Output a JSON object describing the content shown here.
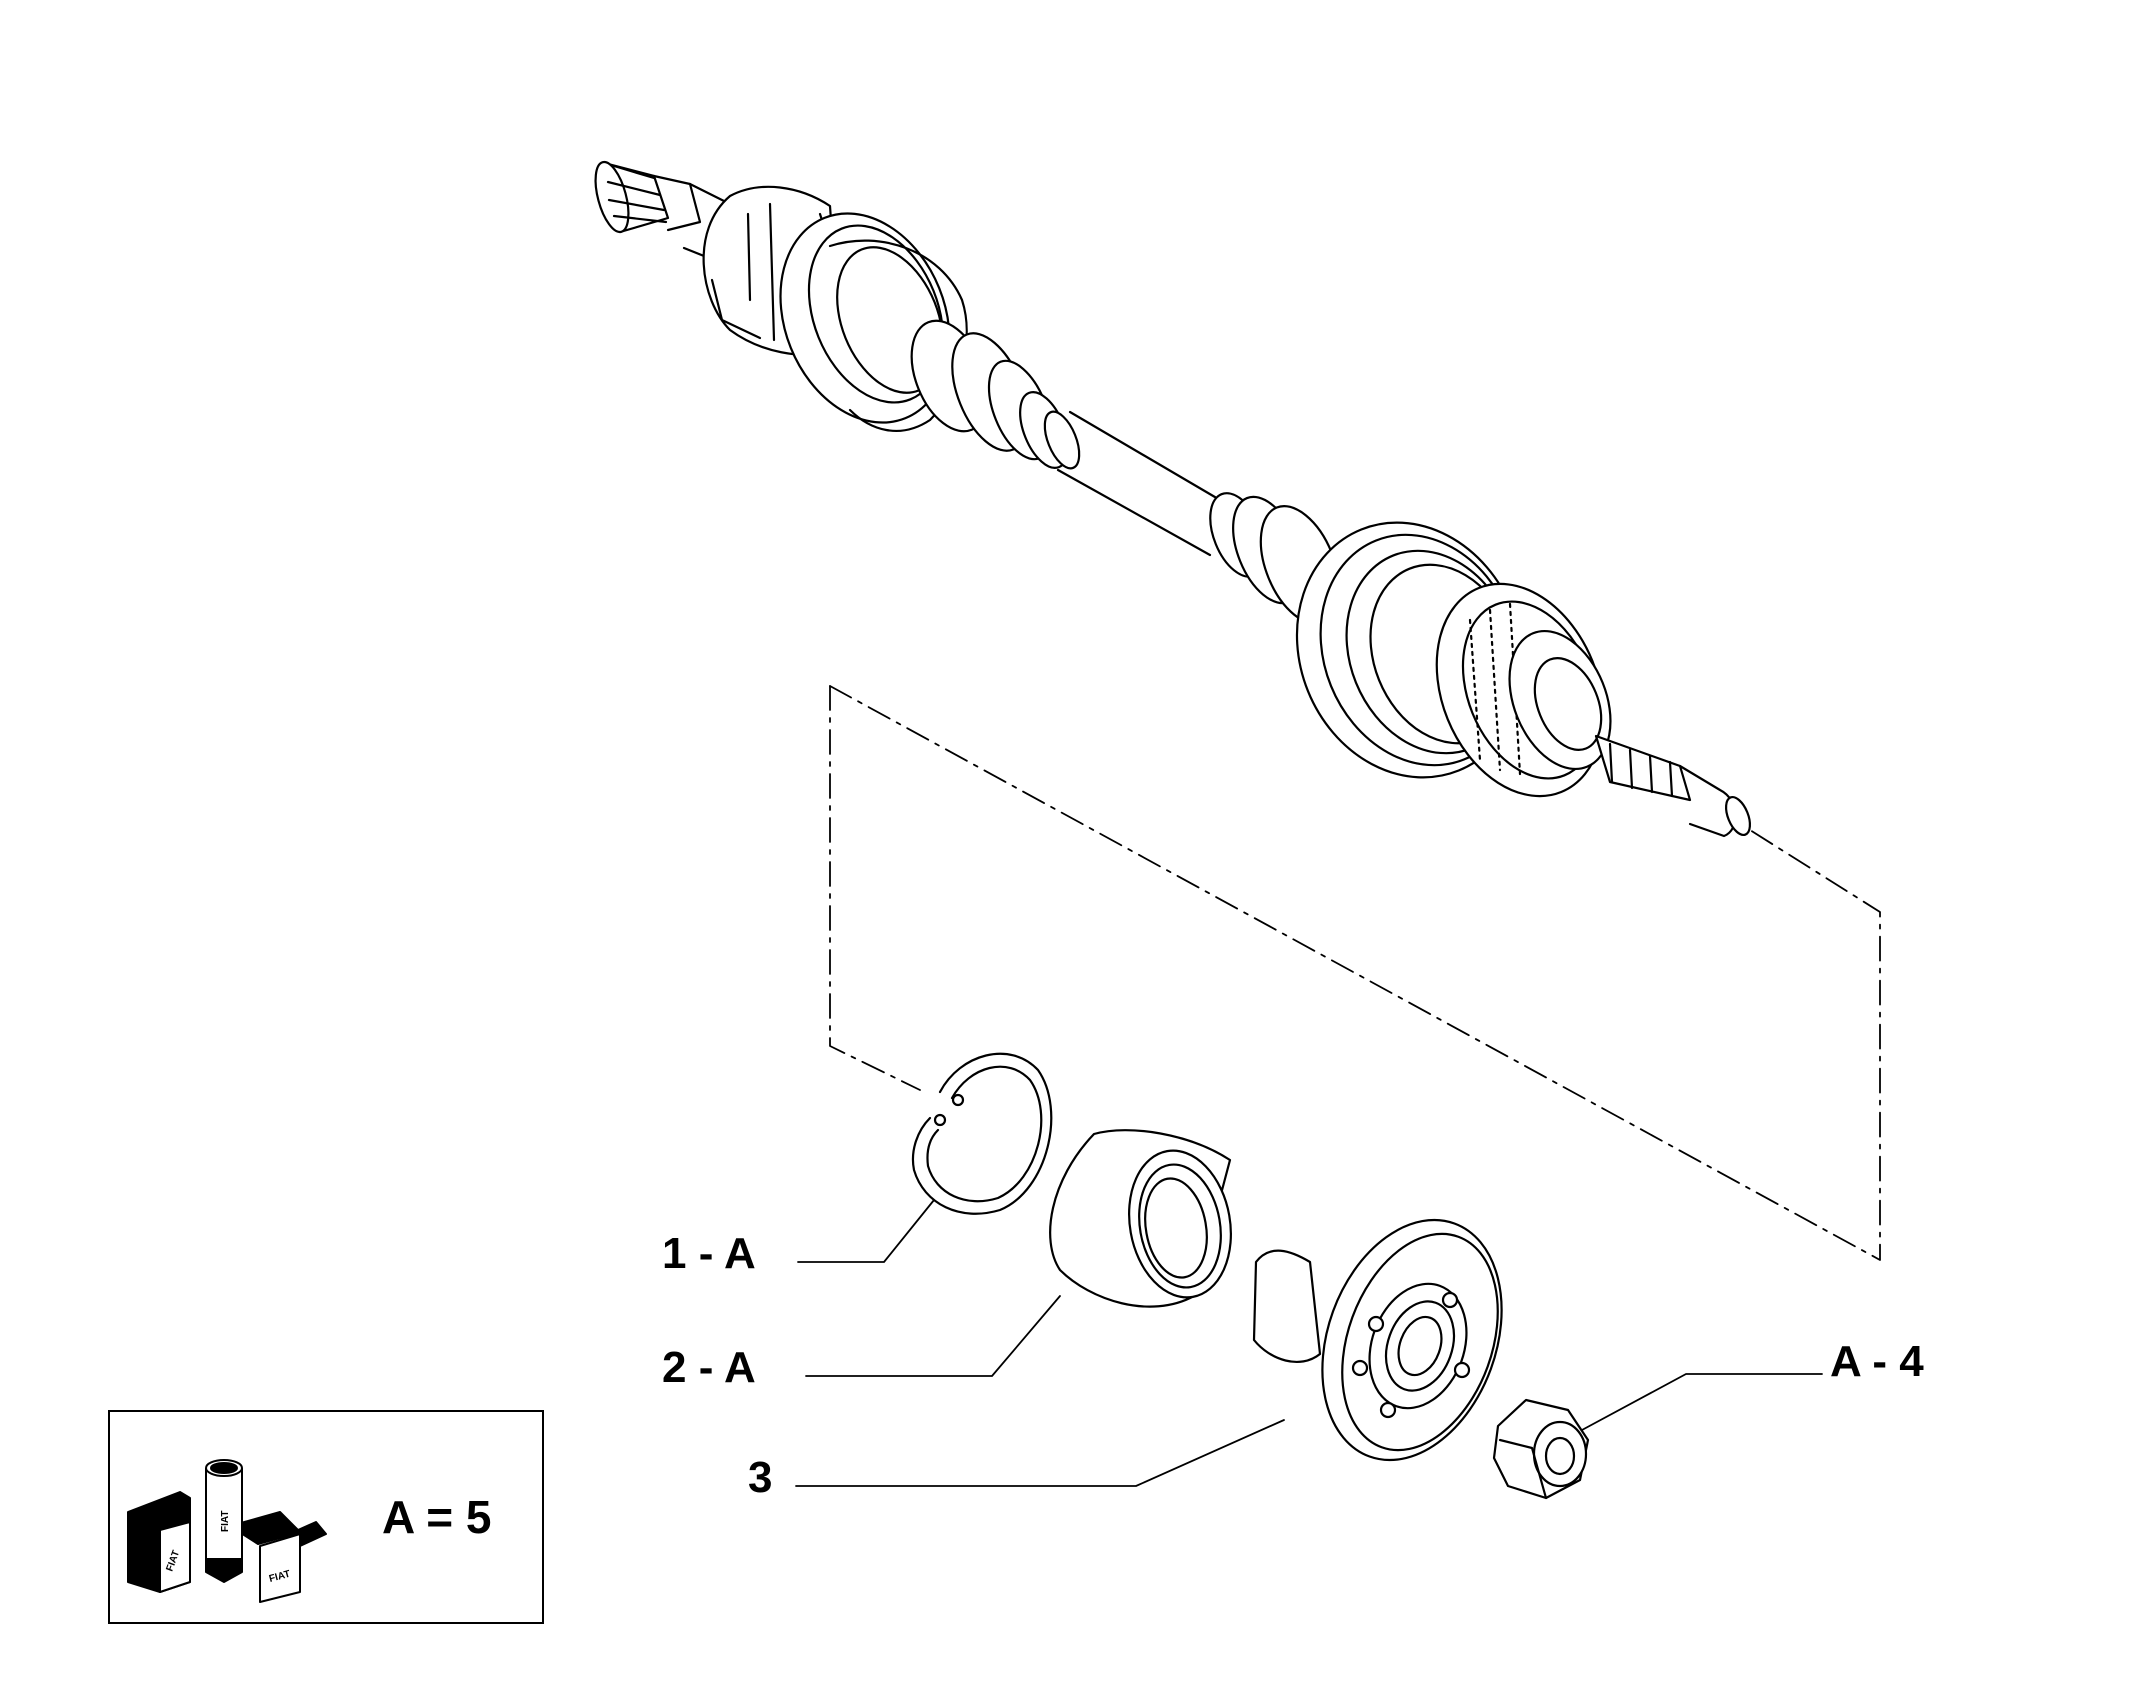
{
  "diagram": {
    "callouts": [
      {
        "id": "ring",
        "label": "1 - A"
      },
      {
        "id": "bearing",
        "label": "2 - A"
      },
      {
        "id": "hub",
        "label": "3"
      },
      {
        "id": "nut",
        "label": "A - 4"
      }
    ],
    "legend": {
      "text": "A = 5",
      "logo_text": "FIAT"
    }
  }
}
